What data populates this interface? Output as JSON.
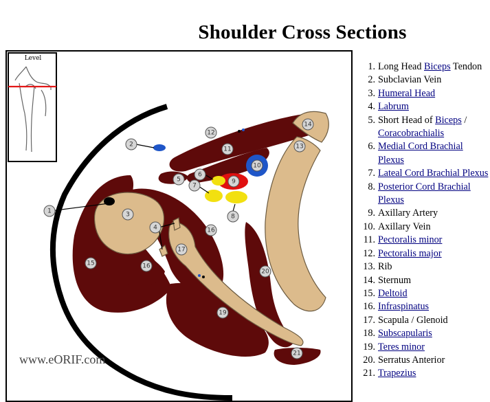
{
  "title": "Shoulder Cross Sections",
  "figure": {
    "inset_label": "Level",
    "watermark": "www.eORIF.com",
    "markers": [
      "1",
      "2",
      "3",
      "4",
      "5",
      "6",
      "7",
      "8",
      "9",
      "10",
      "11",
      "12",
      "13",
      "14",
      "15",
      "16",
      "16",
      "17",
      "19",
      "20",
      "21"
    ]
  },
  "legend": [
    {
      "num": "1.",
      "parts": [
        {
          "t": "Long Head "
        },
        {
          "t": "Biceps",
          "link": true
        },
        {
          "t": " Tendon"
        }
      ]
    },
    {
      "num": "2.",
      "parts": [
        {
          "t": "Subclavian Vein"
        }
      ]
    },
    {
      "num": "3.",
      "parts": [
        {
          "t": "Humeral Head",
          "link": true
        }
      ]
    },
    {
      "num": "4.",
      "parts": [
        {
          "t": "Labrum",
          "link": true
        }
      ]
    },
    {
      "num": "5.",
      "parts": [
        {
          "t": "Short Head of "
        },
        {
          "t": "Biceps",
          "link": true
        },
        {
          "t": " / "
        },
        {
          "t": "Coracobrachialis",
          "link": true
        }
      ]
    },
    {
      "num": "6.",
      "parts": [
        {
          "t": "Medial Cord Brachial Plexus",
          "link": true
        }
      ]
    },
    {
      "num": "7.",
      "parts": [
        {
          "t": "Lateal Cord Brachial Plexus",
          "link": true
        }
      ]
    },
    {
      "num": "8.",
      "parts": [
        {
          "t": "Posterior Cord Brachial Plexus",
          "link": true
        }
      ]
    },
    {
      "num": "9.",
      "parts": [
        {
          "t": "Axillary Artery"
        }
      ]
    },
    {
      "num": "10.",
      "parts": [
        {
          "t": "Axillary Vein"
        }
      ]
    },
    {
      "num": "11.",
      "parts": [
        {
          "t": "Pectoralis minor",
          "link": true
        }
      ]
    },
    {
      "num": "12.",
      "parts": [
        {
          "t": "Pectoralis major",
          "link": true
        }
      ]
    },
    {
      "num": "13.",
      "parts": [
        {
          "t": "Rib"
        }
      ]
    },
    {
      "num": "14.",
      "parts": [
        {
          "t": "Sternum"
        }
      ]
    },
    {
      "num": "15.",
      "parts": [
        {
          "t": "Deltoid",
          "link": true
        }
      ]
    },
    {
      "num": "16.",
      "parts": [
        {
          "t": "Infraspinatus",
          "link": true
        }
      ]
    },
    {
      "num": "17.",
      "parts": [
        {
          "t": "Scapula / Glenoid"
        }
      ]
    },
    {
      "num": "18.",
      "parts": [
        {
          "t": "Subscapularis",
          "link": true
        }
      ]
    },
    {
      "num": "19.",
      "parts": [
        {
          "t": "Teres minor",
          "link": true
        }
      ]
    },
    {
      "num": "20.",
      "parts": [
        {
          "t": "Serratus Anterior"
        }
      ]
    },
    {
      "num": "21.",
      "parts": [
        {
          "t": "Trapezius",
          "link": true
        }
      ]
    }
  ],
  "colors": {
    "muscle": "#5e0a0a",
    "bone": "#dcbb8c",
    "artery": "#e01010",
    "vein": "#1f56c8",
    "nerve": "#f2e010"
  }
}
